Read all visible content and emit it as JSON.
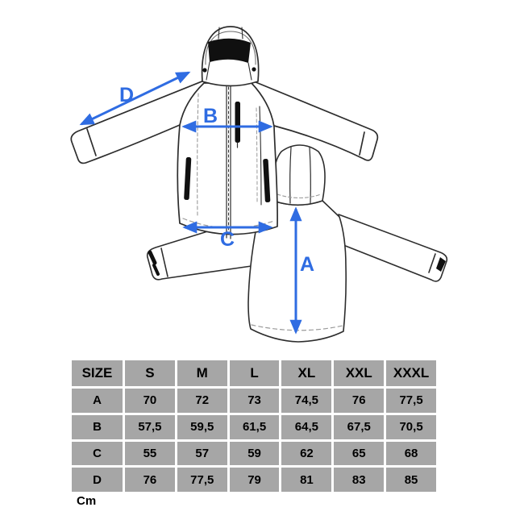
{
  "colors": {
    "arrow": "#2f6ce2",
    "line_art": "#2d2d2d",
    "detail_black": "#101010",
    "table_cell_bg": "#a6a6a6"
  },
  "diagram": {
    "labels": {
      "a": "A",
      "b": "B",
      "c": "C",
      "d": "D"
    }
  },
  "table": {
    "headers": [
      "SIZE",
      "S",
      "M",
      "L",
      "XL",
      "XXL",
      "XXXL"
    ],
    "rows": [
      {
        "label": "A",
        "values": [
          "70",
          "72",
          "73",
          "74,5",
          "76",
          "77,5"
        ]
      },
      {
        "label": "B",
        "values": [
          "57,5",
          "59,5",
          "61,5",
          "64,5",
          "67,5",
          "70,5"
        ]
      },
      {
        "label": "C",
        "values": [
          "55",
          "57",
          "59",
          "62",
          "65",
          "68"
        ]
      },
      {
        "label": "D",
        "values": [
          "76",
          "77,5",
          "79",
          "81",
          "83",
          "85"
        ]
      }
    ]
  },
  "unit_label": "Cm"
}
